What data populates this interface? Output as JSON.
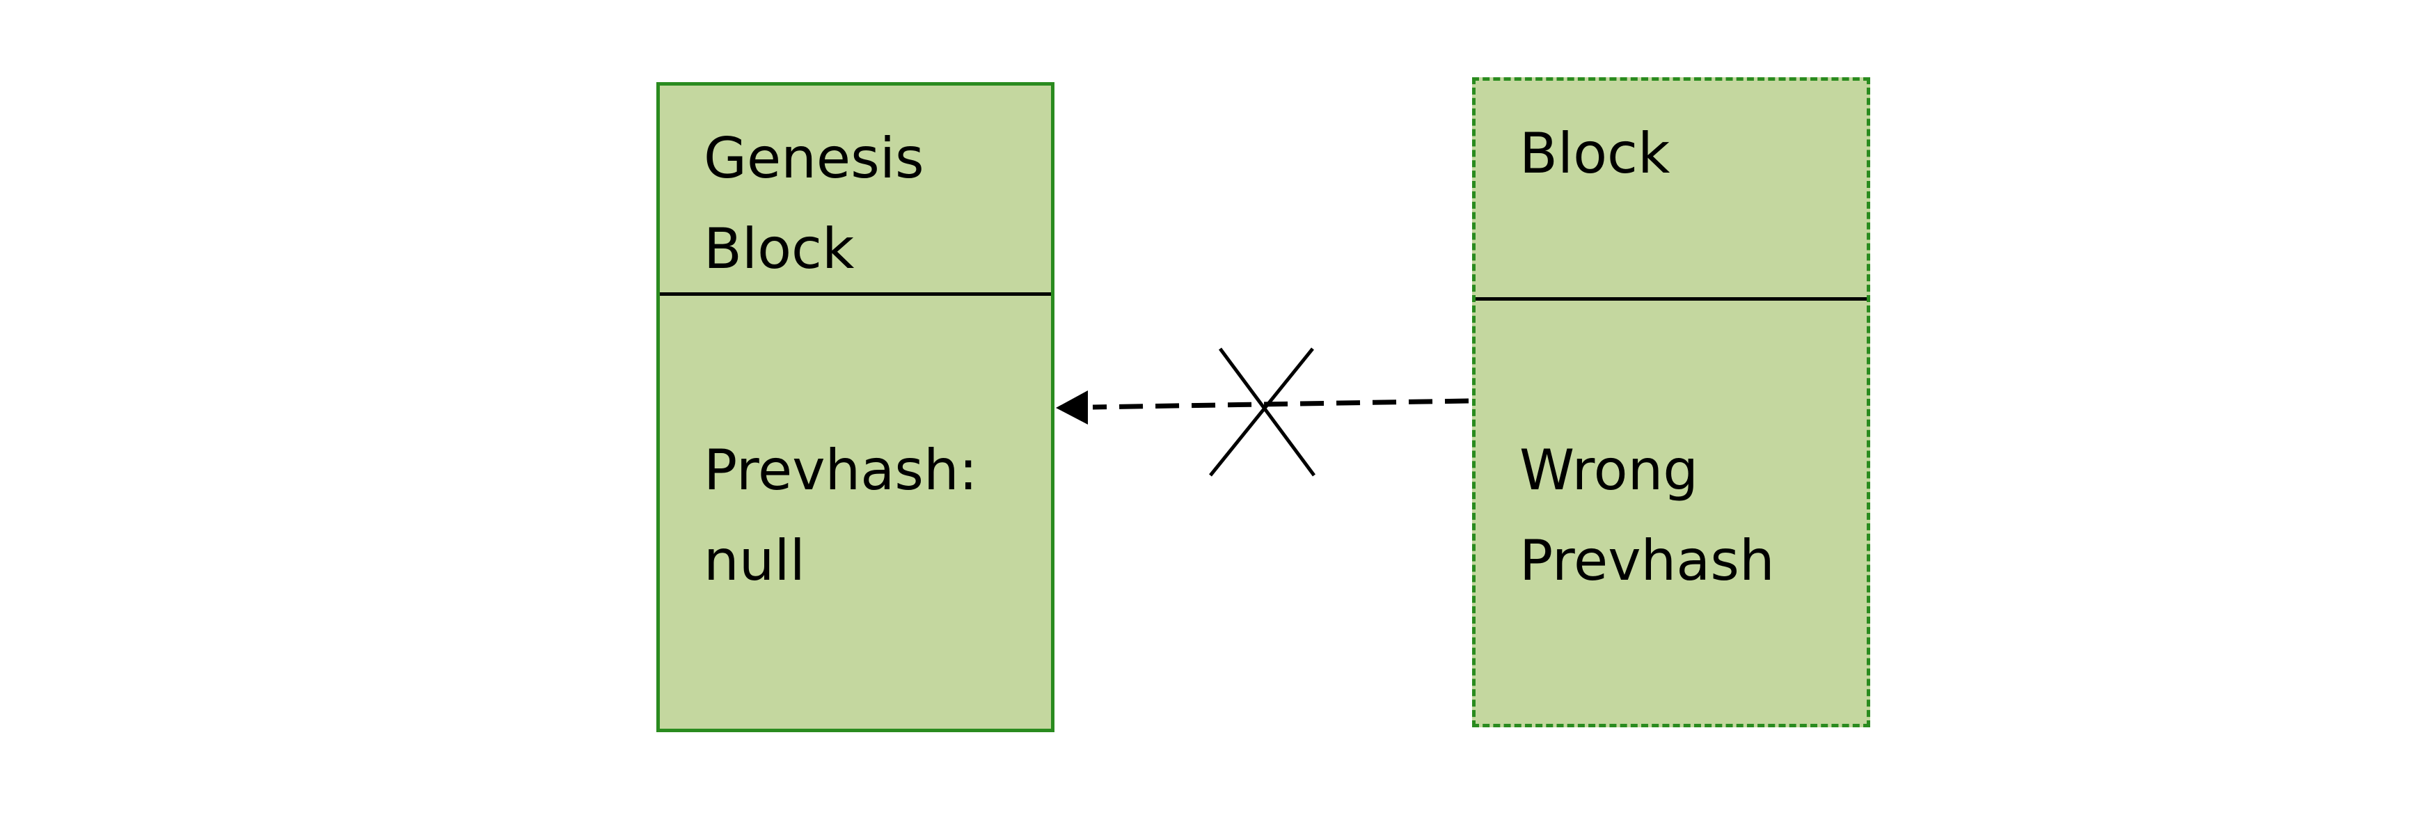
{
  "genesis_block": {
    "title_lines": [
      "Genesis",
      "Block"
    ],
    "body_lines": [
      "Prevhash:",
      "null"
    ]
  },
  "wrong_block": {
    "title_lines": [
      "Block"
    ],
    "body_lines": [
      "Wrong",
      "Prevhash"
    ]
  },
  "colors": {
    "block_fill": "#c4d79f",
    "block_border": "#2a8b1f",
    "line": "#000000"
  },
  "connector": {
    "style": "dashed",
    "direction": "wrong-block-to-genesis-block",
    "broken": true
  }
}
